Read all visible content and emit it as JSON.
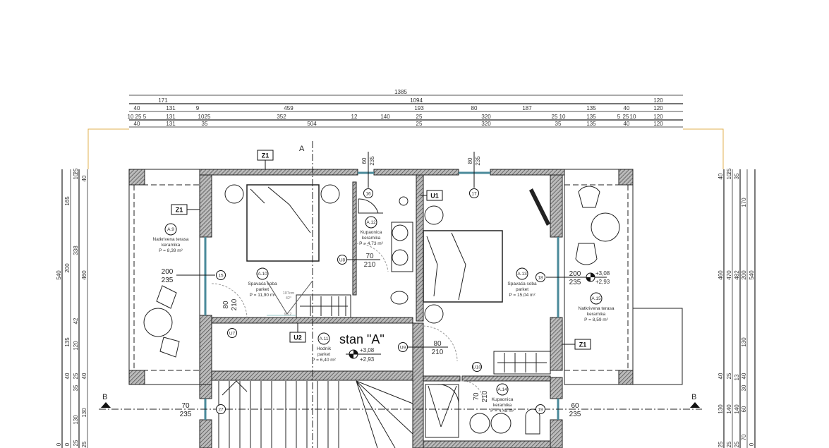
{
  "plan_title": "stan \"A\"",
  "colors": {
    "wall_hatch": "#555555",
    "window_glass": "#4a8a9a",
    "reference_line": "#e0b050",
    "line": "#222222"
  },
  "top_dimensions": [
    [
      "1385"
    ],
    [
      "171",
      "1094",
      "120"
    ],
    [
      "40",
      "131",
      "9",
      "459",
      "193",
      "80",
      "187",
      "135",
      "40",
      "120"
    ],
    [
      "10",
      "25",
      "5",
      "131",
      "10",
      "25",
      "352",
      "12",
      "140",
      "25",
      "320",
      "25",
      "10",
      "135",
      "5",
      "25",
      "10",
      "120"
    ],
    [
      "40",
      "131",
      "35",
      "504",
      "25",
      "320",
      "35",
      "135",
      "40",
      "120"
    ]
  ],
  "left_dimensions": [
    [
      "540",
      "0"
    ],
    [
      "165",
      "200",
      "135",
      "40",
      "0"
    ],
    [
      "25",
      "10",
      "338",
      "42",
      "120",
      "25",
      "35",
      "130",
      "25"
    ],
    [
      "40",
      "460",
      "40",
      "130",
      "25"
    ]
  ],
  "right_dimensions": [
    [
      "40",
      "460",
      "40",
      "130",
      "25"
    ],
    [
      "25",
      "10",
      "470",
      "25",
      "140",
      "25"
    ],
    [
      "35",
      "482",
      "13",
      "140",
      "25"
    ],
    [
      "170",
      "200",
      "130",
      "40",
      "30",
      "60",
      "70"
    ],
    [
      "540",
      "0"
    ]
  ],
  "rooms": [
    {
      "id": "A.9",
      "name": "Natkrivena terasa",
      "floor": "keramika",
      "area": "P = 8,39 m²"
    },
    {
      "id": "A.10",
      "name": "Spavaća soba",
      "floor": "parket",
      "area": "P = 11,90 m²"
    },
    {
      "id": "A.11",
      "name": "Hodnik",
      "floor": "parket",
      "area": "P = 6,40 m²"
    },
    {
      "id": "A.12",
      "name": "Kupaonica",
      "floor": "keramika",
      "area": "P = 4,73 m²"
    },
    {
      "id": "A.13",
      "name": "Spavaća soba",
      "floor": "parket",
      "area": "P = 15,04 m²"
    },
    {
      "id": "A.14",
      "name": "Kupaonica",
      "floor": "keramika",
      "area": "P = 4,48 m²"
    },
    {
      "id": "A.15",
      "name": "Natkrivena terasa",
      "floor": "keramika",
      "area": "P = 8,59 m²"
    }
  ],
  "windows": [
    {
      "id": "15",
      "width": "200",
      "height": "235"
    },
    {
      "id": "16",
      "width": "60",
      "height": "235"
    },
    {
      "id": "17",
      "width": "80",
      "height": "235"
    },
    {
      "id": "18",
      "width": "200",
      "height": "235"
    },
    {
      "id": "19",
      "width": "60",
      "height": "235"
    },
    {
      "id": "27",
      "width": "70",
      "height": "235"
    }
  ],
  "doors": [
    {
      "id": "U7",
      "width": "80",
      "height": "210"
    },
    {
      "id": "U8",
      "width": "70",
      "height": "210"
    },
    {
      "id": "U9",
      "width": "80",
      "height": "210"
    },
    {
      "id": "U10",
      "width": "70",
      "height": "210"
    }
  ],
  "tags": {
    "z1": "Z1",
    "u1": "U1",
    "u2": "U2"
  },
  "levels": {
    "top": "+3,08",
    "bottom": "+2,93"
  },
  "sections": {
    "a": "A",
    "b": "B"
  },
  "tv_note": {
    "size": "107cm",
    "angle": "42°",
    "distance": "93,2"
  }
}
